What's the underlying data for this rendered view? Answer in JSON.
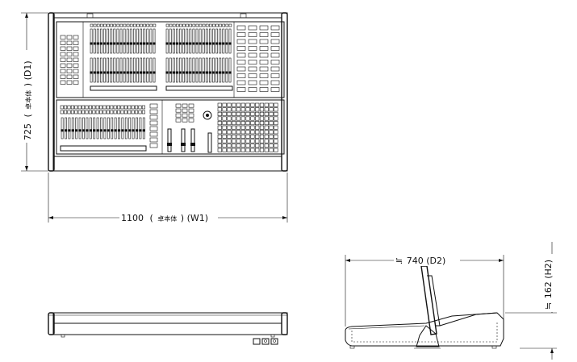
{
  "dimensions": {
    "depth_main": {
      "value": "725",
      "open": "(",
      "cjk": "卓本体",
      "close": ")",
      "code": "(D1)"
    },
    "width_main": {
      "value": "1100",
      "open": "(",
      "cjk": "卓本体",
      "close": ")",
      "code": "(W1)"
    },
    "depth_side": {
      "prefix": "≒",
      "value": "740",
      "code": "(D2)"
    },
    "height_side": {
      "prefix": "≒",
      "value": "162",
      "code": "(H2)"
    }
  },
  "colors": {
    "line": "#111111",
    "background": "#ffffff"
  }
}
